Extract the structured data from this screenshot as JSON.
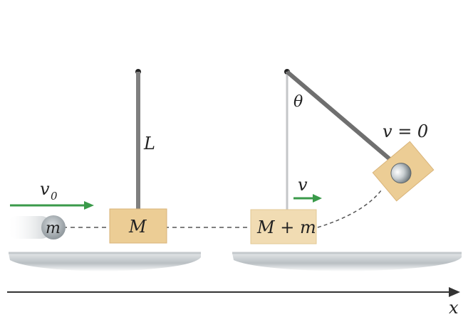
{
  "labels": {
    "initial_velocity": "v",
    "initial_velocity_sub": "0",
    "bullet_mass": "m",
    "block_mass": "M",
    "pendulum_length": "L",
    "angle": "θ",
    "final_velocity": "v = 0",
    "after_velocity": "v",
    "combined_mass": "M + m",
    "x_axis": "x"
  },
  "colors": {
    "rod": "#7f7f7f",
    "block_fill": "#eccd95",
    "block_edge": "#d9b47a",
    "arrow_green": "#3a9a4a",
    "ground_top": "#cfd3d6",
    "ground_shadow": "#8f979c",
    "axis": "#333333",
    "dashed": "#555555"
  }
}
